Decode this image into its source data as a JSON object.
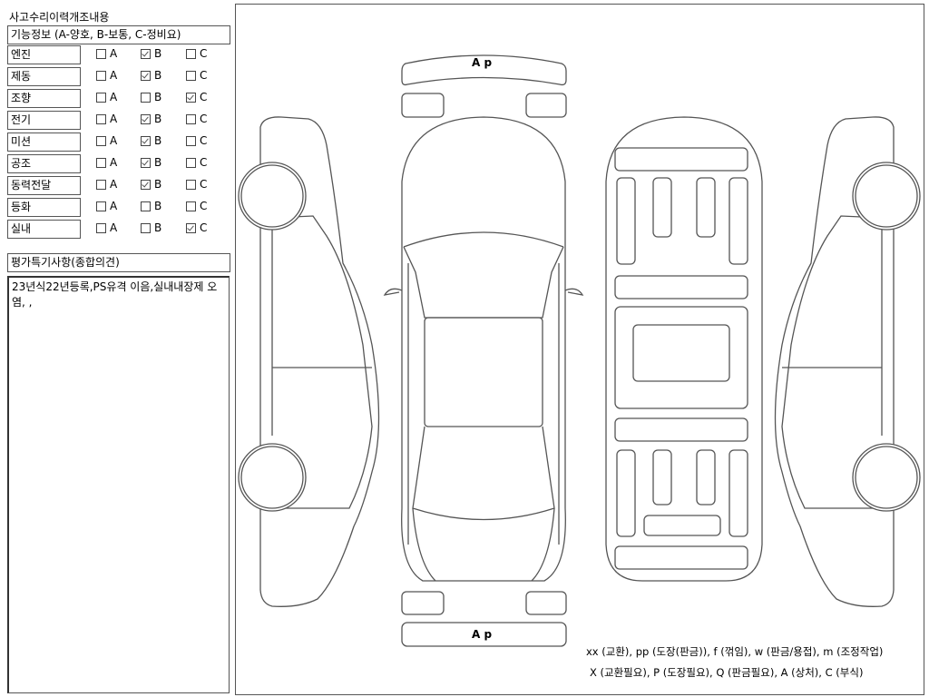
{
  "title": "사고수리이력개조내용",
  "function_header": "기능정보 (A-양호, B-보통, C-정비요)",
  "options": [
    "A",
    "B",
    "C"
  ],
  "rows": [
    {
      "label": "엔진",
      "checked": "B"
    },
    {
      "label": "제동",
      "checked": "B"
    },
    {
      "label": "조향",
      "checked": "C"
    },
    {
      "label": "전기",
      "checked": "B"
    },
    {
      "label": "미션",
      "checked": "B"
    },
    {
      "label": "공조",
      "checked": "B"
    },
    {
      "label": "동력전달",
      "checked": "B"
    },
    {
      "label": "등화",
      "checked": null
    },
    {
      "label": "실내",
      "checked": "C"
    }
  ],
  "remarks_header": "평가특기사항(종합의견)",
  "remarks": "23년식22년등록,PS유격 이음,실내내장제 오염, ,",
  "diagram": {
    "front_bumper_mark": "A p",
    "rear_bumper_mark": "A p"
  },
  "legend": {
    "line1": "xx (교환), pp (도장(판금)), f (꺾임), w (판금/용접), m (조정작업)",
    "line2": "X (교환필요), P (도장필요), Q (판금필요), A (상처), C (부식)"
  }
}
